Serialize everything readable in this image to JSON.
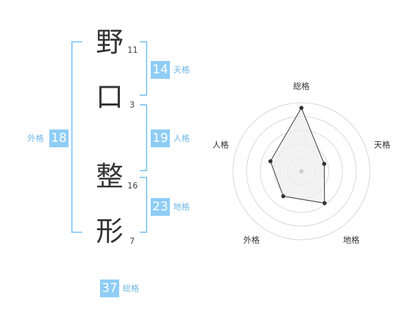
{
  "name": {
    "chars": [
      {
        "char": "野",
        "strokes": "11"
      },
      {
        "char": "口",
        "strokes": "3"
      },
      {
        "char": "整",
        "strokes": "16"
      },
      {
        "char": "形",
        "strokes": "7"
      }
    ]
  },
  "fortunes": {
    "ten": {
      "value": "14",
      "label": "天格"
    },
    "jin": {
      "value": "19",
      "label": "人格"
    },
    "chi": {
      "value": "23",
      "label": "地格"
    },
    "gai": {
      "value": "18",
      "label": "外格"
    },
    "sou": {
      "value": "37",
      "label": "総格"
    }
  },
  "chart_data": {
    "type": "radar",
    "axes": [
      "総格",
      "天格",
      "地格",
      "外格",
      "人格"
    ],
    "values": [
      37,
      14,
      23,
      18,
      19
    ]
  }
}
